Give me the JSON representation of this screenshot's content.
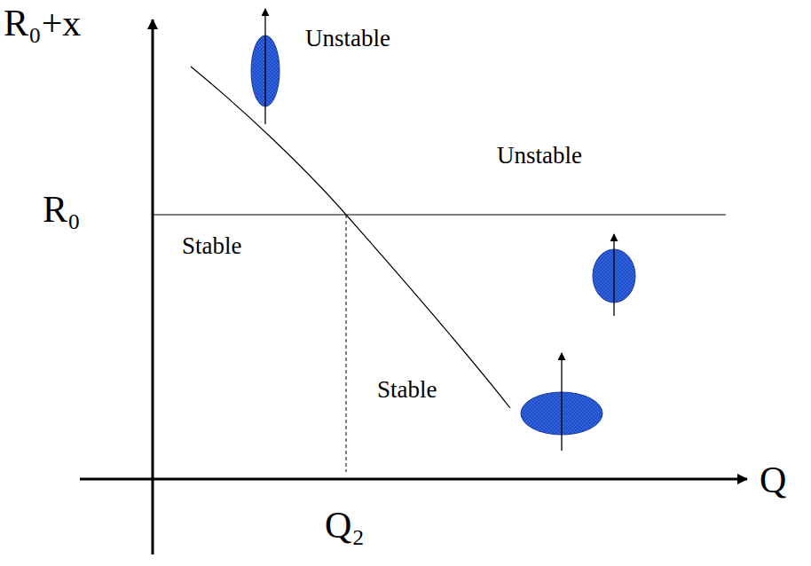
{
  "diagram": {
    "labels": [
      "R₀+x",
      "Unstable",
      "Unstable",
      "R₀",
      "Stable",
      "Stable",
      "Q",
      "Q₂"
    ]
  }
}
